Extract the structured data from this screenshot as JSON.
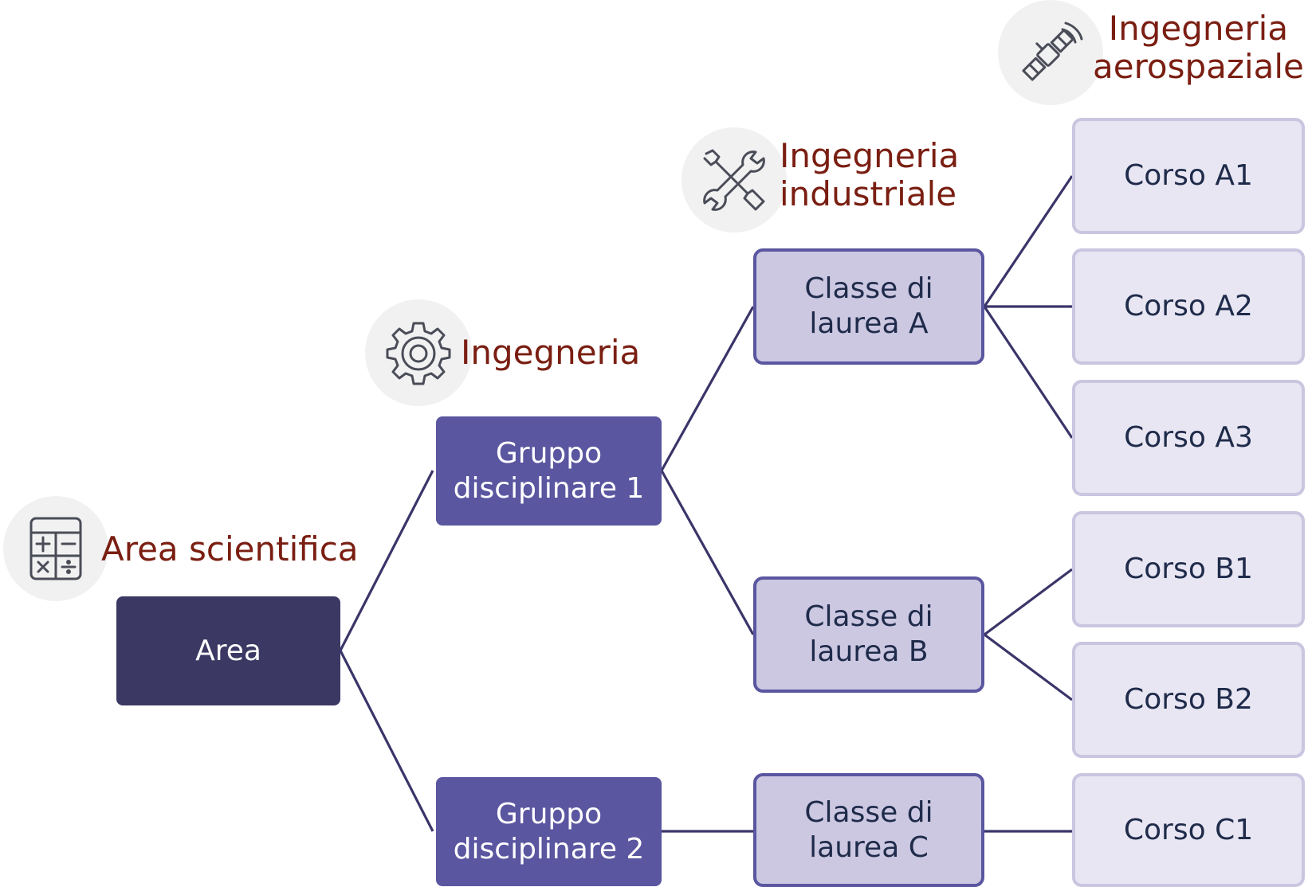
{
  "nodes": {
    "area": "Area",
    "gruppo_1": "Gruppo\ndisciplinare 1",
    "gruppo_2": "Gruppo\ndisciplinare 2",
    "classe_a": "Classe di\nlaurea A",
    "classe_b": "Classe di\nlaurea B",
    "classe_c": "Classe di\nlaurea C",
    "corso_a1": "Corso A1",
    "corso_a2": "Corso A2",
    "corso_a3": "Corso A3",
    "corso_b1": "Corso B1",
    "corso_b2": "Corso B2",
    "corso_c1": "Corso C1"
  },
  "labels": {
    "area": "Area scientifica",
    "gruppo": "Ingegneria",
    "classe": "Ingegneria\nindustriale",
    "corso": "Ingegneria\naerospaziale"
  },
  "icons": {
    "area": "calculator-icon",
    "gruppo": "gear-icon",
    "classe": "wrench-screwdriver-icon",
    "corso": "satellite-icon"
  },
  "colors": {
    "level_0": "#3b3864",
    "level_1": "#5a56a0",
    "level_2": "#ccc8e2",
    "level_3": "#e8e6f3",
    "connector": "#3a3569",
    "label_text": "#7a1e12"
  }
}
